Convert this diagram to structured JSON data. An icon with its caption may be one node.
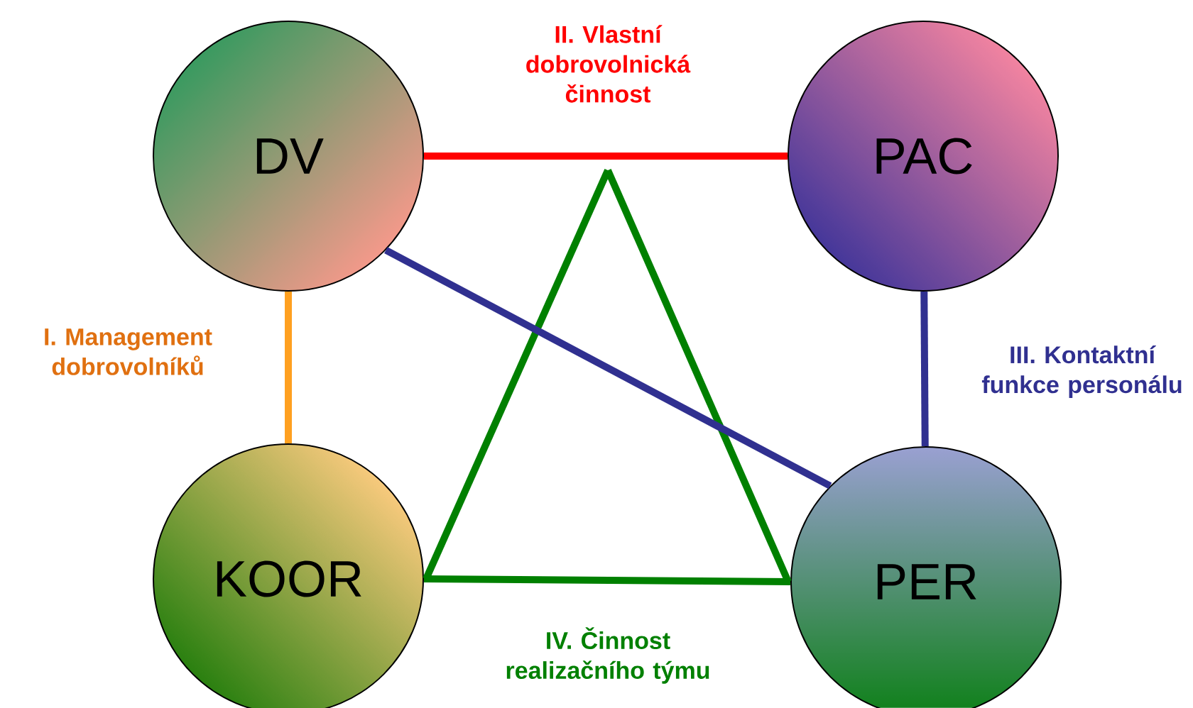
{
  "diagram": {
    "nodes": [
      {
        "text": [
          "DV"
        ]
      },
      {
        "text": [
          "PAC"
        ]
      },
      {
        "text": [
          "KOOR"
        ]
      },
      {
        "text": [
          "PER"
        ]
      }
    ],
    "edges": [
      {
        "from": 0,
        "to": 1,
        "arrow": "none",
        "color": "#ff0000",
        "label": "II. Vlastní dobrovolnická činnost"
      },
      {
        "from": 0,
        "to": 2,
        "arrow": "none",
        "color": "#ffa020",
        "label": "I. Management dobrovolníků"
      },
      {
        "from": 1,
        "to": 3,
        "arrow": "none",
        "color": "#303090",
        "label": "III. Kontaktní funkce personálu"
      },
      {
        "from": 0,
        "to": 3,
        "arrow": "none",
        "color": "#303090"
      },
      {
        "from": 2,
        "to": 3,
        "arrow": "none",
        "color": "#008000",
        "label": "IV. Činnost realizačního týmu"
      }
    ]
  }
}
